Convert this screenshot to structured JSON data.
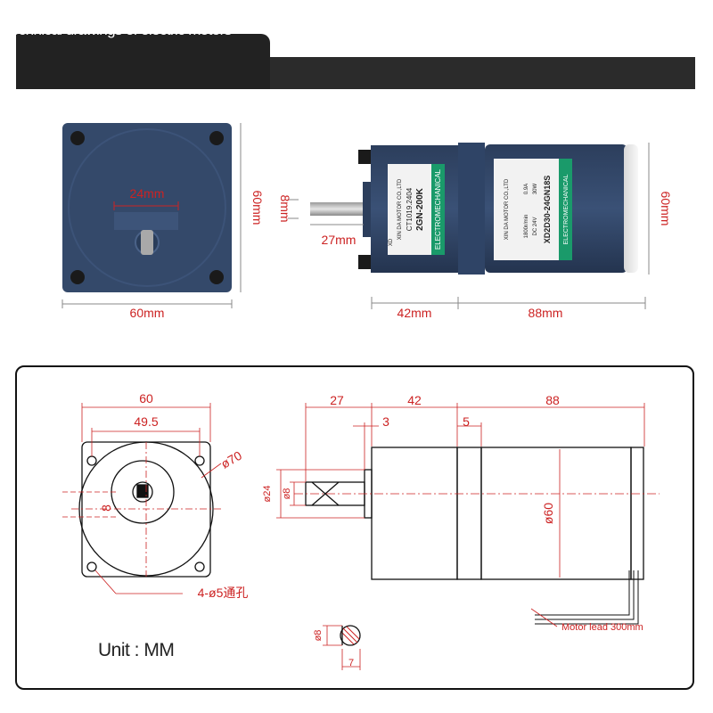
{
  "header": {
    "title_left": "Technical drawings of electric motors",
    "title_right": "TECHNICAL DRAWINGS OF THE MOTOR"
  },
  "photo": {
    "front": {
      "shaft_label": "24mm",
      "width_label": "60mm",
      "height_label": "60mm"
    },
    "side": {
      "shaft_diameter_label": "8mm",
      "shaft_length_label": "27mm",
      "gearbox_length_label": "42mm",
      "motor_length_label": "88mm",
      "height_label": "60mm"
    },
    "gearbox_label": {
      "model": "2GN-200K",
      "brand": "XD",
      "line2": "ELECTROMECHANICAL",
      "code": "CT1019.2404",
      "company": "XIN DA MOTOR CO.,LTD"
    },
    "motor_label": {
      "model": "XD2D30-24GN18S",
      "line2": "ELECTROMECHANICAL",
      "voltage": "DC 24V",
      "power": "30W",
      "speed": "1800r/min",
      "current": "0.9A",
      "company": "XIN DA MOTOR CO.,LTD"
    },
    "colors": {
      "motor_body": "#34496a",
      "dim": "#cc2222",
      "label": "#f2f2f2",
      "label_accent": "#1a9a6a"
    }
  },
  "drawing": {
    "front": {
      "width": "60",
      "bolt_spacing": "49.5",
      "flange_diameter": "ø70",
      "shaft_offset": "8",
      "holes": "4-ø5通孔"
    },
    "side": {
      "shaft_length": "27",
      "gearbox_length": "42",
      "motor_length": "88",
      "step": "3",
      "gap": "5",
      "boss_diameter": "ø24",
      "shaft_diameter": "ø8",
      "body_diameter": "ø60",
      "lead": "Motor lead 300mm"
    },
    "shaft_section": {
      "diameter": "ø8",
      "flat": "7"
    },
    "unit": "Unit : MM"
  }
}
